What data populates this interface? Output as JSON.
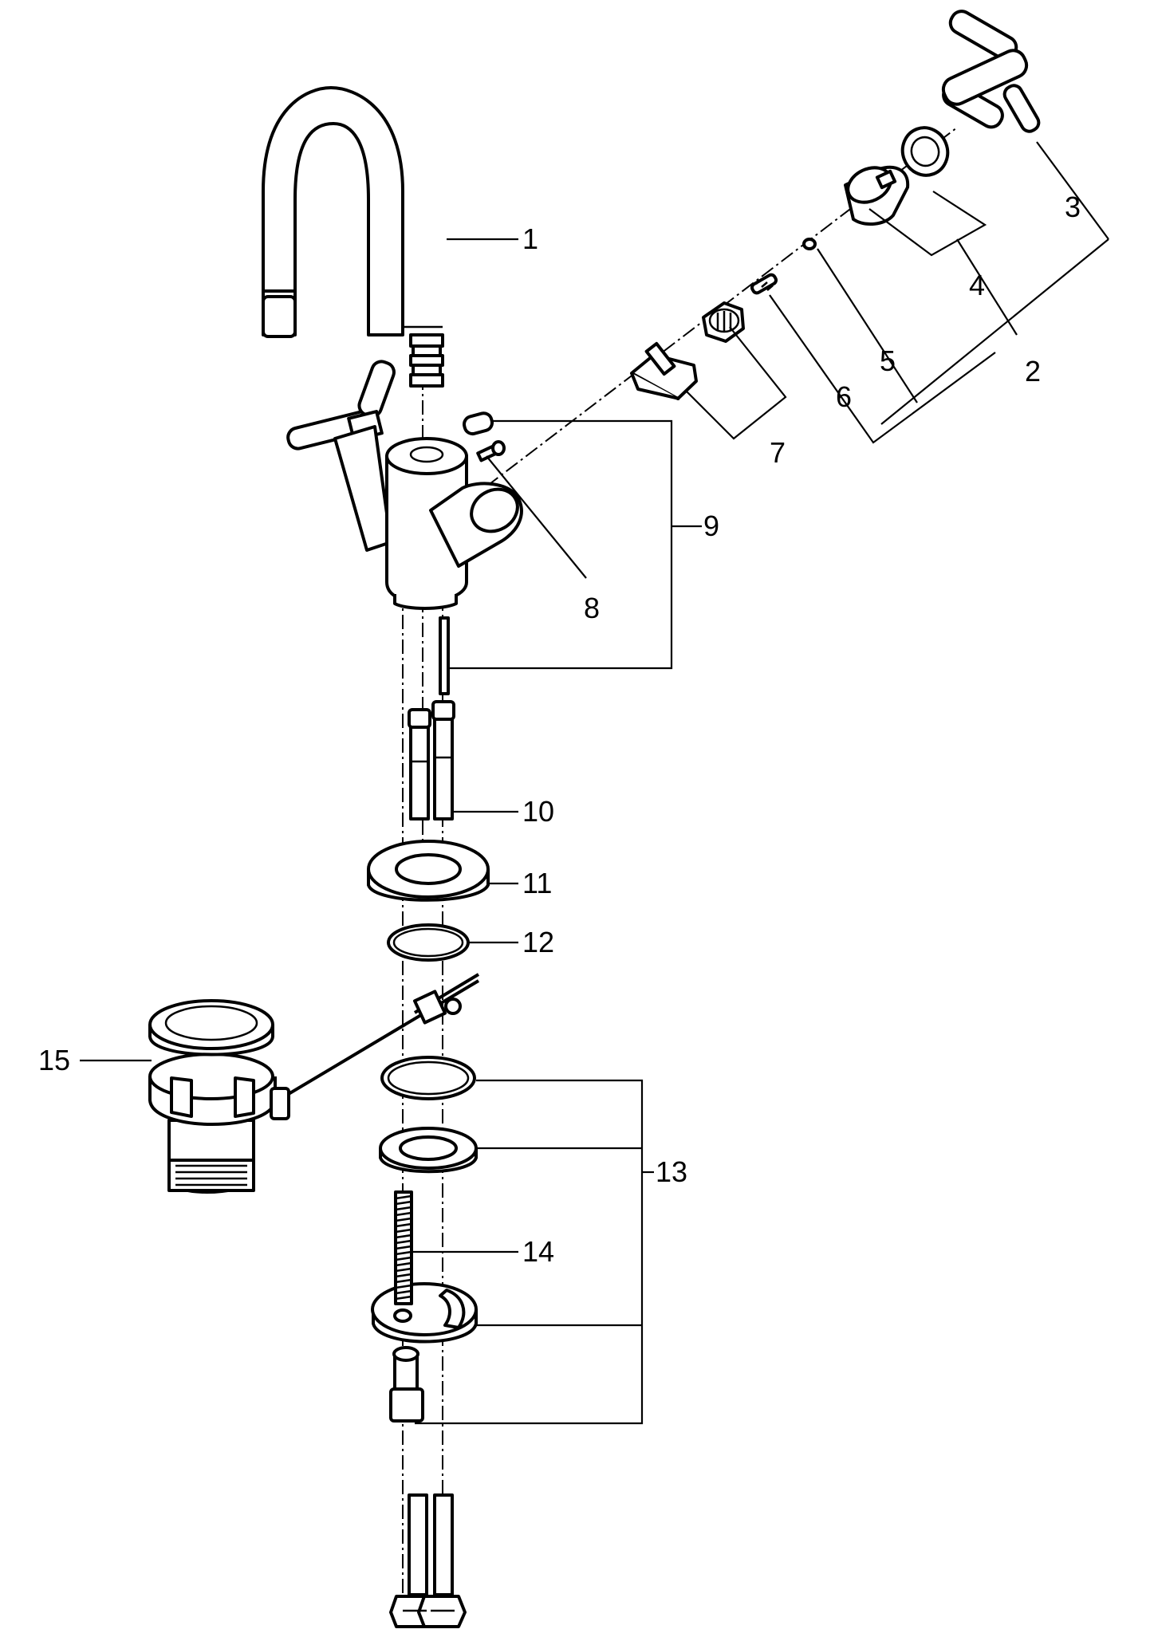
{
  "diagram": {
    "colors": {
      "ink": "#000000",
      "paper": "#ffffff"
    },
    "labels": {
      "p1": "1",
      "p2": "2",
      "p3": "3",
      "p4": "4",
      "p5": "5",
      "p6": "6",
      "p7": "7",
      "p8": "8",
      "p9": "9",
      "p10": "10",
      "p11": "11",
      "p12": "12",
      "p13": "13",
      "p14": "14",
      "p15": "15"
    }
  }
}
